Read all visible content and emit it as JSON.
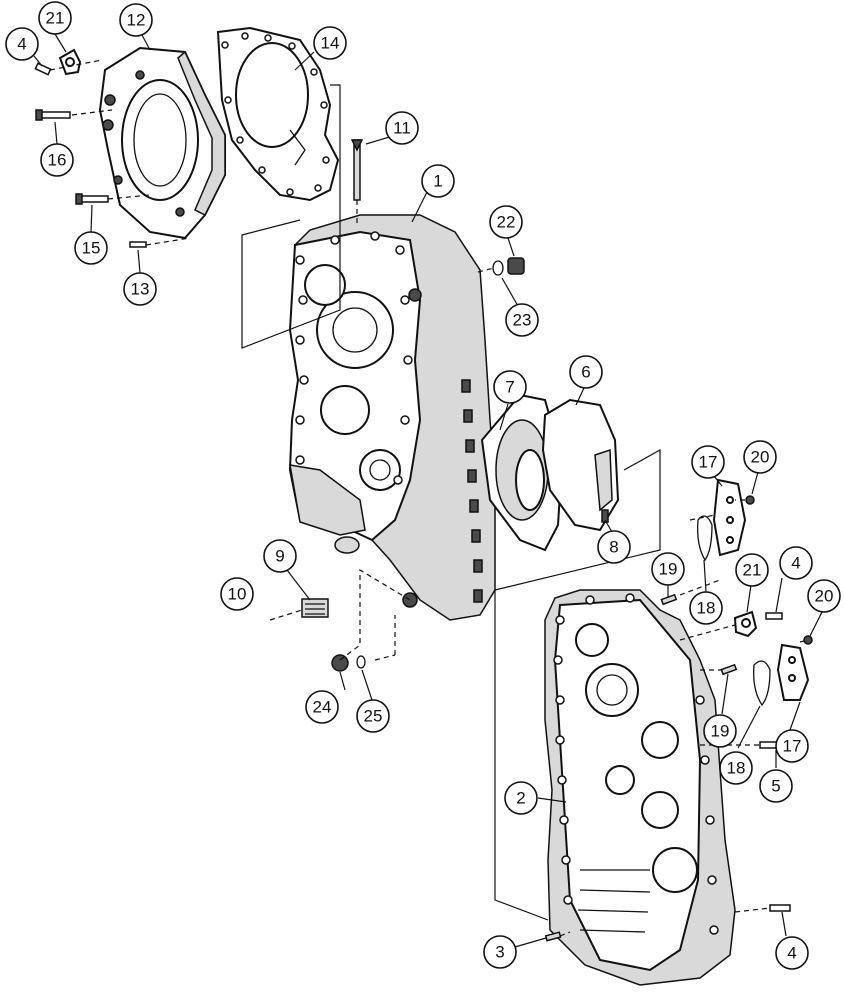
{
  "diagram": {
    "callouts": [
      {
        "id": "c21a",
        "label": "21"
      },
      {
        "id": "c12",
        "label": "12"
      },
      {
        "id": "c4a",
        "label": "4"
      },
      {
        "id": "c14",
        "label": "14"
      },
      {
        "id": "c16",
        "label": "16"
      },
      {
        "id": "c11",
        "label": "11"
      },
      {
        "id": "c1",
        "label": "1"
      },
      {
        "id": "c15",
        "label": "15"
      },
      {
        "id": "c22",
        "label": "22"
      },
      {
        "id": "c13",
        "label": "13"
      },
      {
        "id": "c23",
        "label": "23"
      },
      {
        "id": "c7",
        "label": "7"
      },
      {
        "id": "c6",
        "label": "6"
      },
      {
        "id": "c17a",
        "label": "17"
      },
      {
        "id": "c20a",
        "label": "20"
      },
      {
        "id": "c8",
        "label": "8"
      },
      {
        "id": "c9",
        "label": "9"
      },
      {
        "id": "c19a",
        "label": "19"
      },
      {
        "id": "c21b",
        "label": "21"
      },
      {
        "id": "c4b",
        "label": "4"
      },
      {
        "id": "c10",
        "label": "10"
      },
      {
        "id": "c18a",
        "label": "18"
      },
      {
        "id": "c20b",
        "label": "20"
      },
      {
        "id": "c24",
        "label": "24"
      },
      {
        "id": "c25",
        "label": "25"
      },
      {
        "id": "c19b",
        "label": "19"
      },
      {
        "id": "c17b",
        "label": "17"
      },
      {
        "id": "c18b",
        "label": "18"
      },
      {
        "id": "c5",
        "label": "5"
      },
      {
        "id": "c2",
        "label": "2"
      },
      {
        "id": "c3",
        "label": "3"
      },
      {
        "id": "c4c",
        "label": "4"
      }
    ]
  }
}
